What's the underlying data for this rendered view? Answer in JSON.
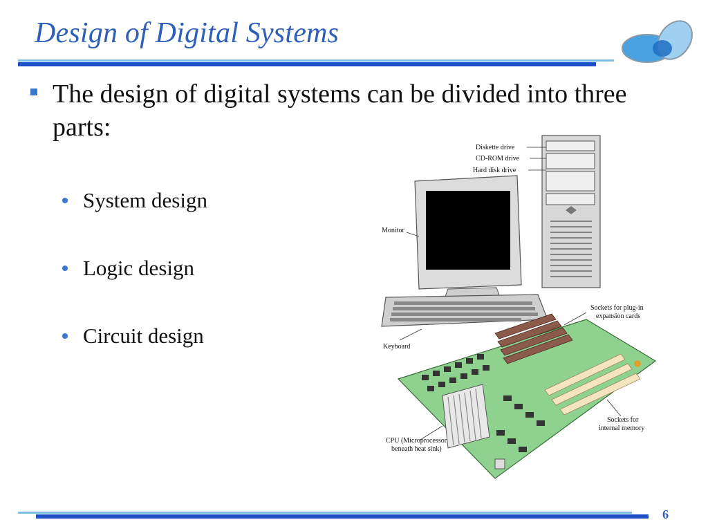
{
  "slide": {
    "title": "Design of Digital Systems",
    "page_number": "6",
    "main_bullet": "The design of digital systems can be divided into three parts:",
    "sub_bullets": [
      "System design",
      "Logic design",
      "Circuit design"
    ]
  },
  "figure": {
    "labels": {
      "diskette": "Diskette drive",
      "cdrom": "CD-ROM drive",
      "harddisk": "Hard disk drive",
      "monitor": "Monitor",
      "keyboard": "Keyboard",
      "sockets_plugin_1": "Sockets for plug-in",
      "sockets_plugin_2": "expansion cards",
      "sockets_memory_1": "Sockets for",
      "sockets_memory_2": "internal memory",
      "cpu_1": "CPU (Microprocessor",
      "cpu_2": "beneath heat sink)"
    }
  },
  "colors": {
    "title": "#2f5fb8",
    "accent": "#1e50c8",
    "accent_light": "#7fbde8",
    "bullet": "#3a78d0"
  }
}
